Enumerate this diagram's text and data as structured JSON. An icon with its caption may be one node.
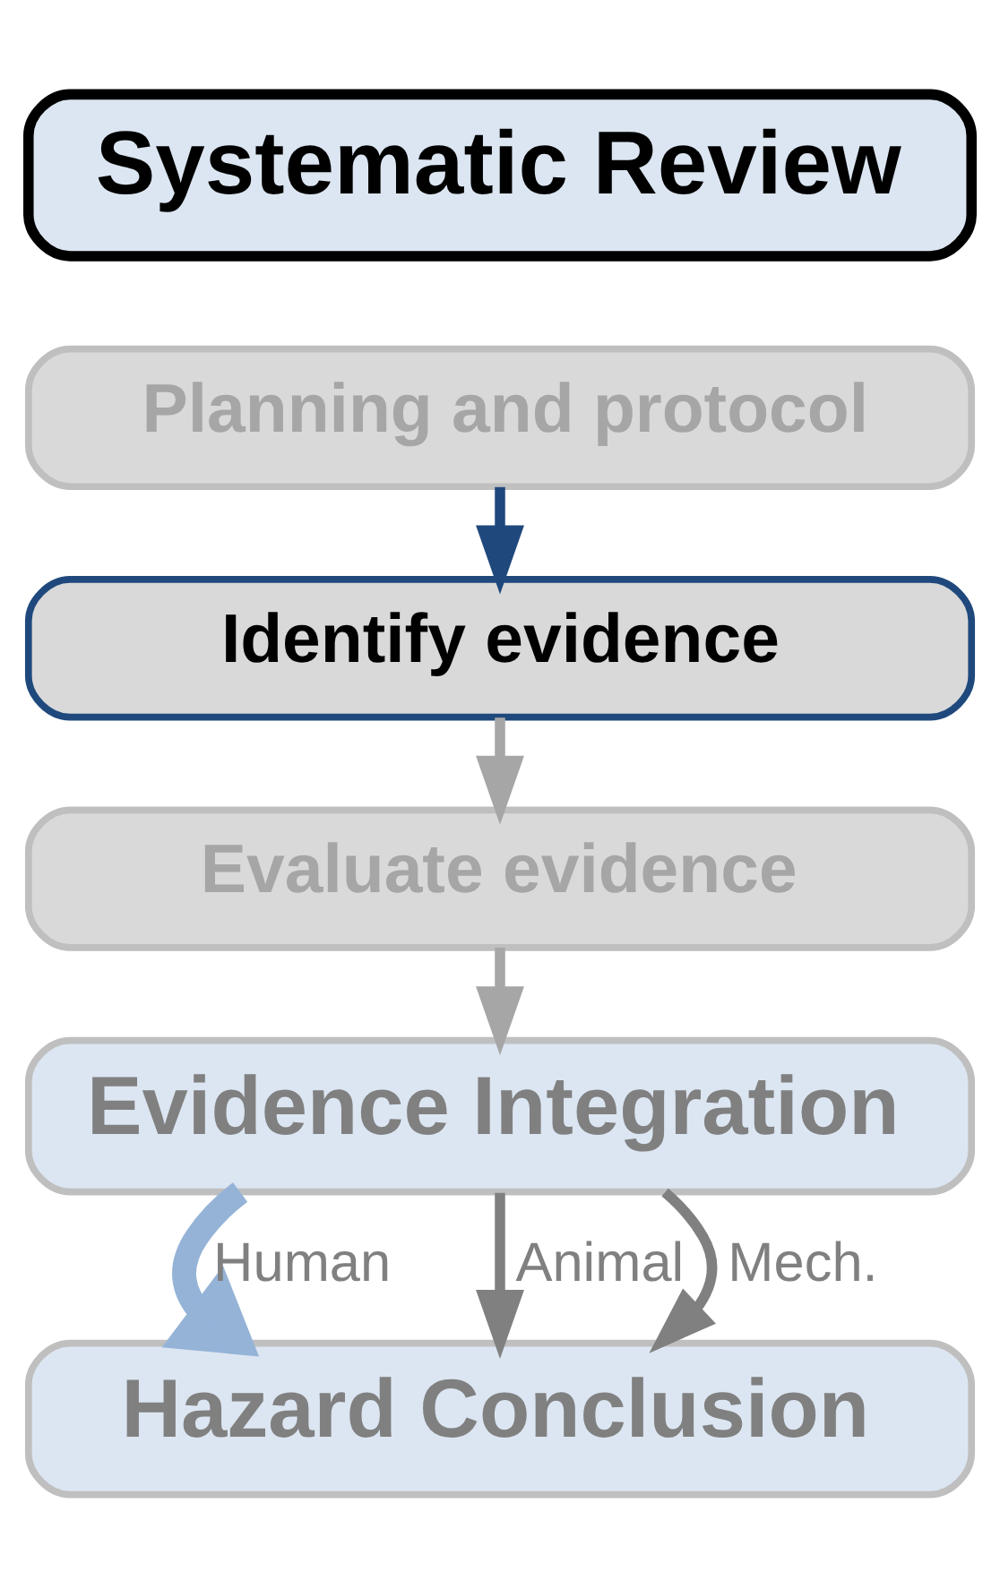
{
  "diagram": {
    "nodes": [
      {
        "text": [
          "Systematic Review"
        ]
      },
      {
        "text": [
          "Planning and protocol"
        ]
      },
      {
        "text": [
          "Identify evidence"
        ]
      },
      {
        "text": [
          "Evaluate evidence"
        ]
      },
      {
        "text": [
          "Evidence Integration"
        ]
      },
      {
        "text": [
          "Hazard Conclusion"
        ]
      }
    ],
    "edges": [
      {
        "from": 1,
        "to": 2,
        "arrow": "to",
        "color": "#1f497d"
      },
      {
        "from": 2,
        "to": 3,
        "arrow": "to"
      },
      {
        "from": 3,
        "to": 4,
        "arrow": "to"
      },
      {
        "from": 4,
        "to": 5,
        "arrow": "to",
        "label": "Human",
        "style": "thick",
        "color": "#95b3d7"
      },
      {
        "from": 4,
        "to": 5,
        "arrow": "to",
        "label": "Animal",
        "color": "#808080"
      },
      {
        "from": 4,
        "to": 5,
        "arrow": "to",
        "label": "Mech.",
        "color": "#808080"
      }
    ]
  }
}
